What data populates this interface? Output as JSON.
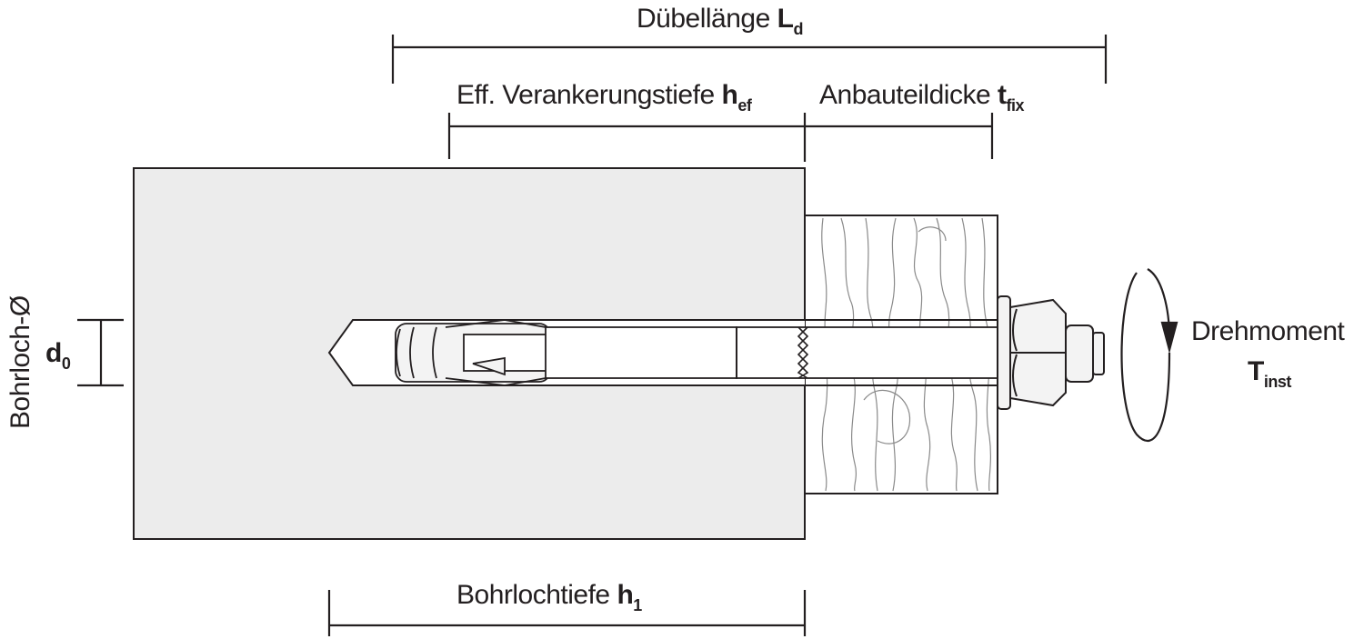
{
  "labels": {
    "duebellaenge": {
      "text": "Dübellänge ",
      "symbol": "L",
      "sub": "d"
    },
    "verankerung": {
      "text": "Eff. Verankerungstiefe ",
      "symbol": "h",
      "sub": "ef"
    },
    "anbauteil": {
      "text": "Anbauteildicke ",
      "symbol": "t",
      "sub": "fix"
    },
    "bohrlochtiefe": {
      "text": "Bohrlochtiefe ",
      "symbol": "h",
      "sub": "1"
    },
    "bohrloch_d": {
      "text": "Bohrloch-Ø"
    },
    "d0": {
      "symbol": "d",
      "sub": "0"
    },
    "drehmoment": {
      "text": "Drehmoment",
      "symbol": "T",
      "sub": "inst"
    }
  },
  "colors": {
    "concrete": "#ececec",
    "wood": "#ffffff",
    "line": "#231f20",
    "grain": "#8a8a8a",
    "anchor": "#f3f3f3"
  }
}
